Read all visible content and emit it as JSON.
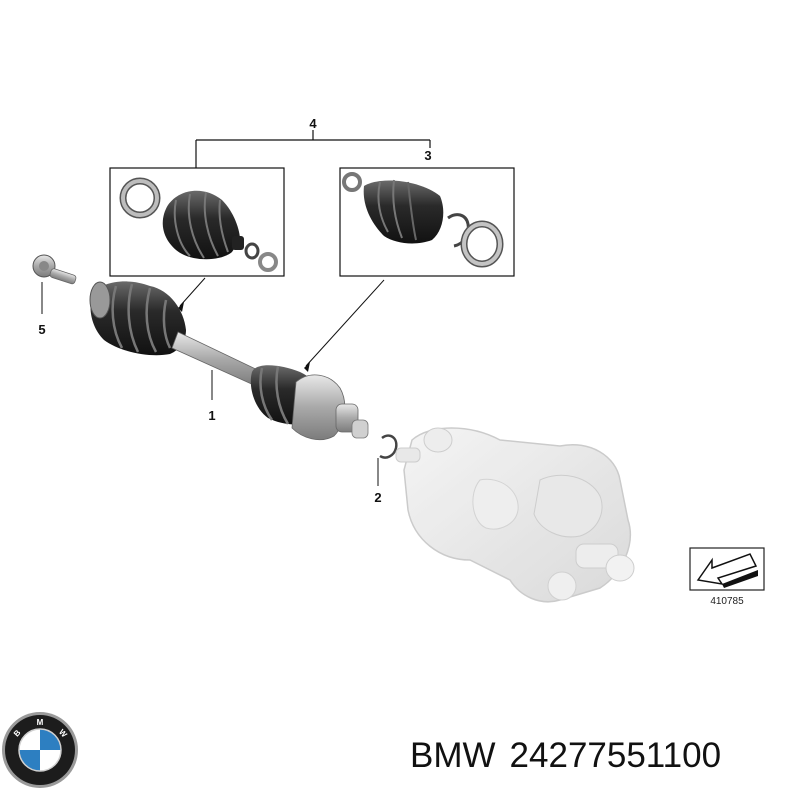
{
  "diagram": {
    "callouts": {
      "shaft": "1",
      "circlip": "2",
      "boot_kit_outer": "3",
      "boot_kits": "4",
      "bolt": "5"
    },
    "reference_code": "410785",
    "reference_icon": "arrow-direction-icon"
  },
  "logo": {
    "letters": [
      "B",
      "M",
      "W"
    ],
    "colors": {
      "ring": "#1c1c1c",
      "blue": "#2d7fc1",
      "white": "#ffffff",
      "chrome": "#9a9a9a"
    }
  },
  "caption": {
    "brand": "BMW",
    "part_number": "24277551100"
  }
}
